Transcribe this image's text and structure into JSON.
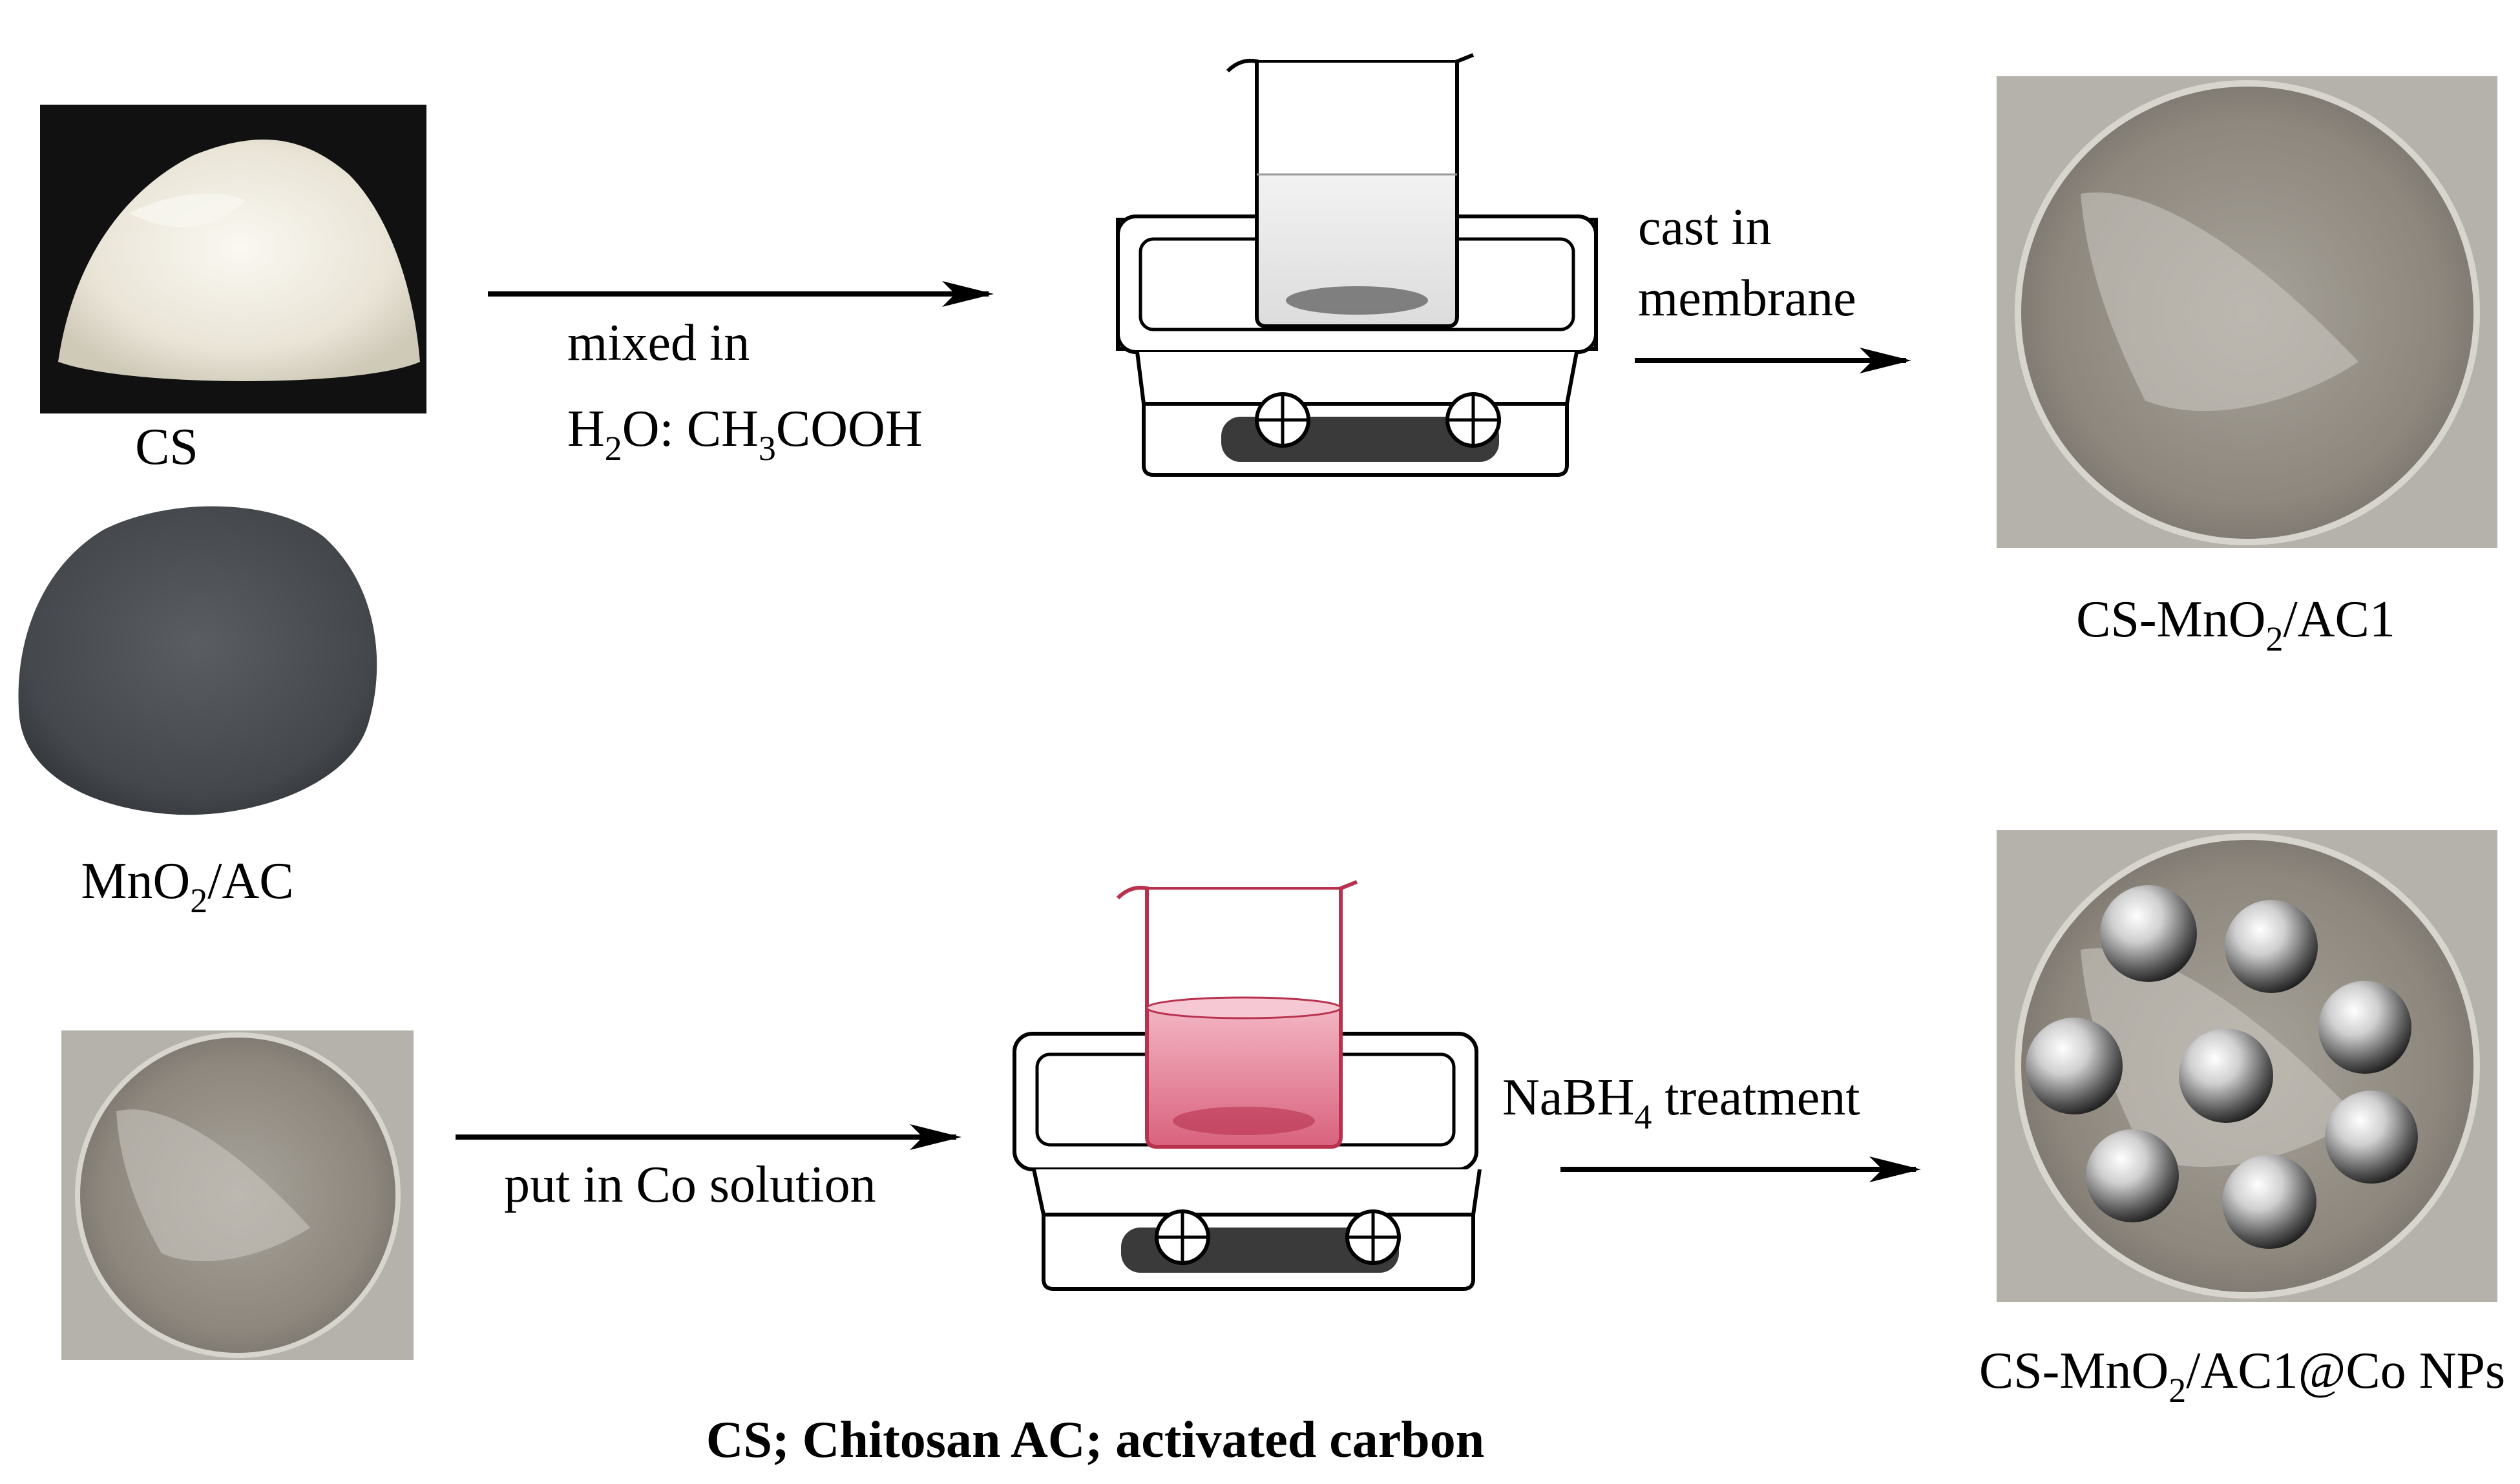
{
  "materials": {
    "cs_label": "CS",
    "mno2ac_label_main": "MnO",
    "mno2ac_label_sub": "2",
    "mno2ac_label_tail": "/AC"
  },
  "step1": {
    "arrow_label_line1": "mixed in",
    "h2o_h": "H",
    "h2o_sub": "2",
    "h2o_tail": "O: CH",
    "ch3_sub": "3",
    "cooh": "COOH"
  },
  "step2": {
    "arrow_label_line1": "cast in",
    "arrow_label_line2": "membrane"
  },
  "product1": {
    "label_main": "CS-MnO",
    "label_sub": "2",
    "label_tail": "/AC1"
  },
  "step3": {
    "arrow_label": "put in Co solution"
  },
  "step4": {
    "nabh_main": "NaBH",
    "nabh_sub": "4",
    "nabh_tail": " treatment"
  },
  "product2": {
    "label_main": "CS-MnO",
    "label_sub": "2",
    "label_tail": "/AC1@Co NPs"
  },
  "footnote": "CS; Chitosan  AC; activated carbon",
  "colors": {
    "chitosan_powder": "#ece7da",
    "carbon_powder": "#4a4d52",
    "membrane_dish": "#9c968c",
    "co_solution": "#d9627e",
    "beaker_red_outline": "#b8324f",
    "stirrer_dark": "#3a3a3a"
  }
}
